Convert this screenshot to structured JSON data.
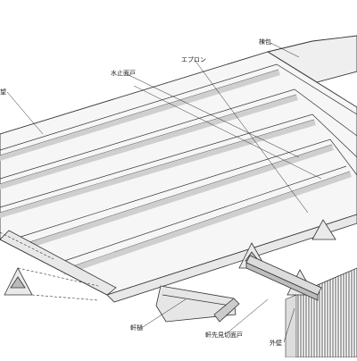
{
  "labels": {
    "ridge_cover": "棟包",
    "apron": "エプロン",
    "water_stop": "水止面戸",
    "partial_left": "望",
    "eave_gutter": "軒樋",
    "eave_cut_closure": "軒先見切面戸",
    "outer_wall": "外壁"
  },
  "colors": {
    "line": "#333333",
    "panel": "#f4f4f4",
    "shade": "#c9c9c9",
    "dark": "#555555"
  }
}
